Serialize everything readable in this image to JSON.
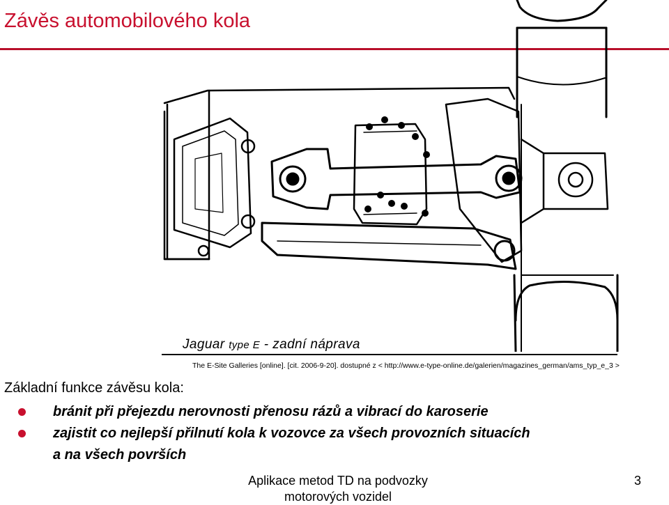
{
  "slide": {
    "title": "Závěs automobilového kola",
    "figure": {
      "caption_main": "Jaguar",
      "caption_small": "type E",
      "caption_rest": " - zadní náprava",
      "citation": "The E-Site Galleries [online]. [cit. 2006-9-20].  dostupné z < http://www.e-type-online.de/galerien/magazines_german/ams_typ_e_3 >"
    },
    "intro": "Základní funkce závěsu kola:",
    "bullets": [
      {
        "line1": "bránit při přejezdu nerovnosti přenosu rázů a vibrací do karoserie",
        "line2": ""
      },
      {
        "line1": "zajistit co nejlepší přilnutí kola k vozovce za všech provozních situacích",
        "line2": "a na všech površích"
      }
    ],
    "footer_line1": "Aplikace metod TD na podvozky",
    "footer_line2": "motorových vozidel",
    "page_number": "3"
  },
  "colors": {
    "title": "#c8102e",
    "bullet": "#c8102e"
  }
}
